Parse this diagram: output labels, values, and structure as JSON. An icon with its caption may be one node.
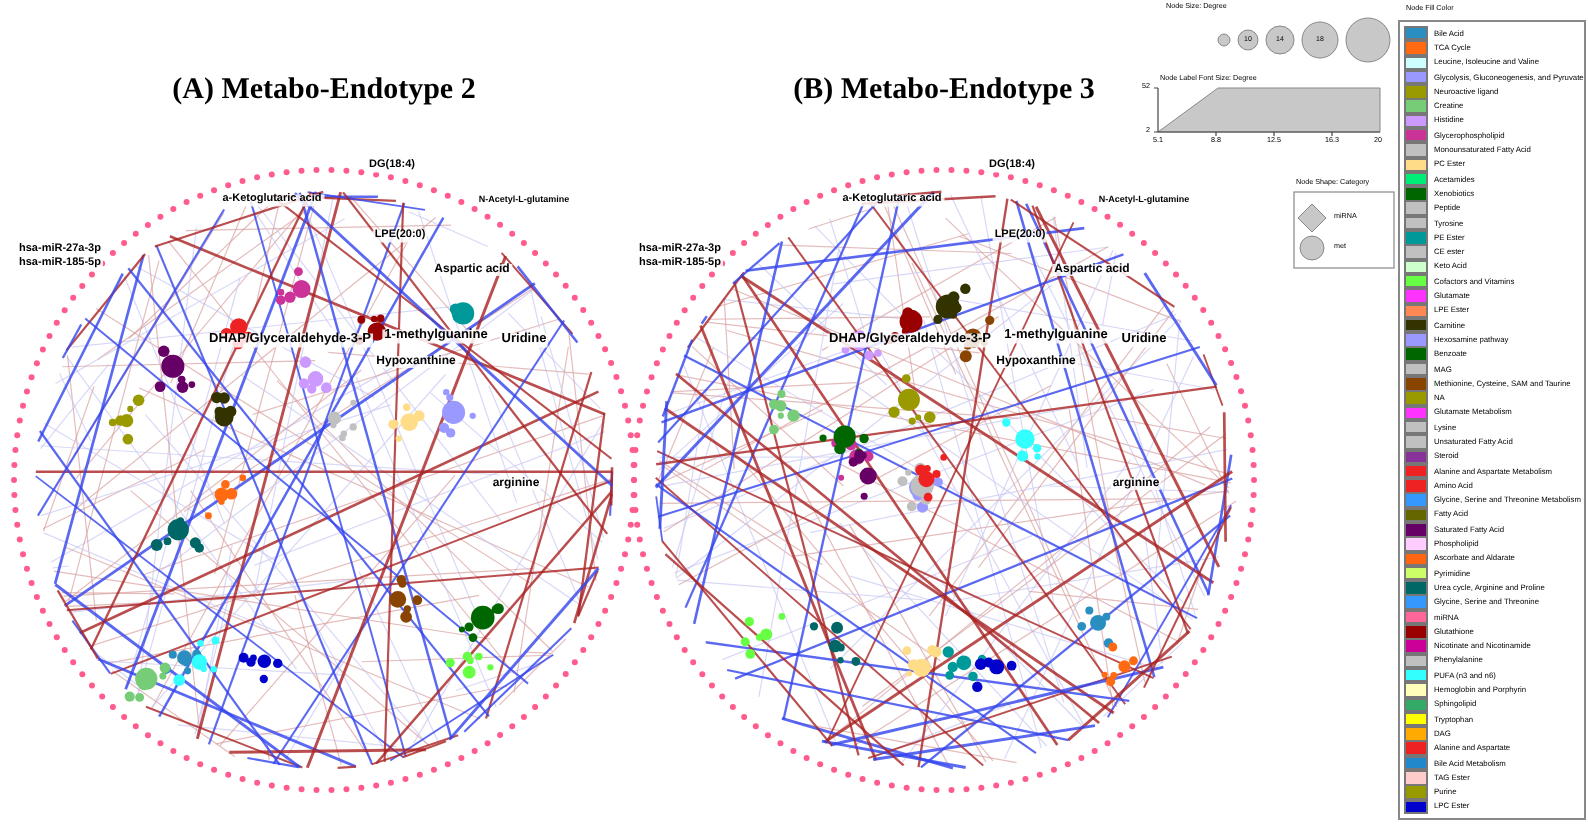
{
  "diagram": {
    "labels": [
      "(A) Metabo-Endotype 2",
      "a-Ketoglutaric acid",
      "DG(18:4)",
      "N-Acetyl-L-glutamine",
      "LPE(20:0)",
      "Aspartic acid",
      "hsa-miR-27a-3p",
      "hsa-miR-185-5p",
      "DHAP/Glyceraldehyde-3-P",
      "1-methylguanine",
      "Hypoxanthine",
      "Uridine",
      "arginine",
      "(B) Metabo-Endotype 3",
      "a-Ketoglutaric acid",
      "DG(18:4)",
      "N-Acetyl-L-glutamine",
      "LPE(20:0)",
      "Aspartic acid",
      "hsa-miR-27a-3p",
      "hsa-miR-185-5p",
      "DHAP/Glyceraldehyde-3-P",
      "1-methylguanine",
      "Hypoxanthine",
      "Uridine",
      "arginine",
      "Node Size: Degree",
      "10",
      "14",
      "18",
      "Node Label Font Size: Degree",
      "52",
      "2",
      "5.1",
      "8.8",
      "12.5",
      "16.3",
      "20",
      "Node Shape: Category",
      "miRNA",
      "met",
      "Node Fill Color"
    ],
    "legend": [
      {
        "text": "Bile Acid",
        "color": "#2a8fc0"
      },
      {
        "text": "TCA Cycle",
        "color": "#ff6a13"
      },
      {
        "text": "Leucine, Isoleucine and Valine",
        "color": "#ccffff"
      },
      {
        "text": "Glycolysis, Gluconeogenesis, and Pyruvate",
        "color": "#9999ff"
      },
      {
        "text": "Neuroactive ligand",
        "color": "#999900"
      },
      {
        "text": "Creatine",
        "color": "#77cc77"
      },
      {
        "text": "Histidine",
        "color": "#cc99ff"
      },
      {
        "text": "Glycerophospholipid",
        "color": "#cc3399"
      },
      {
        "text": "Monounsaturated Fatty Acid",
        "color": "#c0c0c0"
      },
      {
        "text": "PC Ester",
        "color": "#ffdd88"
      },
      {
        "text": "Acetamides",
        "color": "#00ee77"
      },
      {
        "text": "Xenobiotics",
        "color": "#006600"
      },
      {
        "text": "Peptide",
        "color": "#c0c0c0"
      },
      {
        "text": "Tyrosine",
        "color": "#c0c0c0"
      },
      {
        "text": "PE Ester",
        "color": "#009999"
      },
      {
        "text": "CE ester",
        "color": "#c0c0c0"
      },
      {
        "text": "Keto Acid",
        "color": "#ccffcc"
      },
      {
        "text": "Cofactors and Vitamins",
        "color": "#66ff44"
      },
      {
        "text": "Glutamate",
        "color": "#ff33ff"
      },
      {
        "text": "LPE Ester",
        "color": "#ff8855"
      },
      {
        "text": "Carnitine",
        "color": "#333300"
      },
      {
        "text": "Hexosamine pathway",
        "color": "#9999ff"
      },
      {
        "text": "Benzoate",
        "color": "#006600"
      },
      {
        "text": "MAG",
        "color": "#c0c0c0"
      },
      {
        "text": "Methionine, Cysteine, SAM and Taurine",
        "color": "#884400"
      },
      {
        "text": "NA",
        "color": "#999900"
      },
      {
        "text": "Glutamate Metabolism",
        "color": "#ff33ff"
      },
      {
        "text": "Lysine",
        "color": "#c0c0c0"
      },
      {
        "text": "Unsaturated Fatty Acid",
        "color": "#c0c0c0"
      },
      {
        "text": "Steroid",
        "color": "#883399"
      },
      {
        "text": "Alanine and Aspartate Metabolism",
        "color": "#ee2222"
      },
      {
        "text": "Amino Acid",
        "color": "#ee2222"
      },
      {
        "text": "Glycine, Serine and Threonine Metabolism",
        "color": "#3399ff"
      },
      {
        "text": "Fatty Acid",
        "color": "#666600"
      },
      {
        "text": "Saturated Fatty Acid",
        "color": "#660066"
      },
      {
        "text": "Phospholipid",
        "color": "#ffccff"
      },
      {
        "text": "Ascorbate and Aldarate",
        "color": "#ff6611"
      },
      {
        "text": "Pyrimidine",
        "color": "#ccff66"
      },
      {
        "text": "Urea cycle, Arginine and Proline",
        "color": "#006666"
      },
      {
        "text": "Glycine, Serine and Threonine",
        "color": "#3399ff"
      },
      {
        "text": "miRNA",
        "color": "#ff6699"
      },
      {
        "text": "Glutathione",
        "color": "#990000"
      },
      {
        "text": "Nicotinate and Nicotinamide",
        "color": "#cc0099"
      },
      {
        "text": "Phenylalanine",
        "color": "#c0c0c0"
      },
      {
        "text": "PUFA (n3 and n6)",
        "color": "#33ffff"
      },
      {
        "text": "Hemoglobin and Porphyrin",
        "color": "#ffffbb"
      },
      {
        "text": "Sphingolipid",
        "color": "#33aa66"
      },
      {
        "text": "Tryptophan",
        "color": "#ffff00"
      },
      {
        "text": "DAG",
        "color": "#ffaa00"
      },
      {
        "text": "Alanine and Aspartate",
        "color": "#ee2222"
      },
      {
        "text": "Bile Acid Metabolism",
        "color": "#2288cc"
      },
      {
        "text": "TAG Ester",
        "color": "#ffcccc"
      },
      {
        "text": "Purine",
        "color": "#999900"
      },
      {
        "text": "LPC Ester",
        "color": "#0000cc"
      }
    ]
  }
}
